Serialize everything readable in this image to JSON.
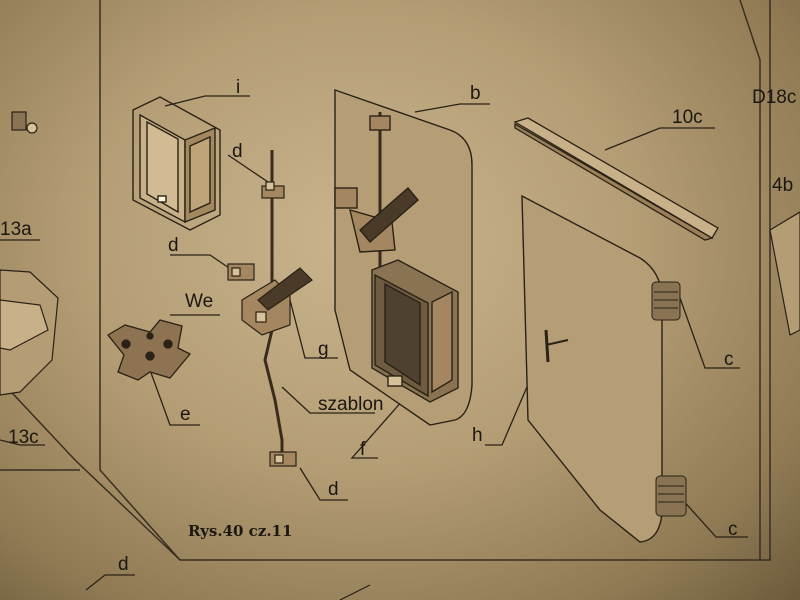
{
  "labels": {
    "i": "i",
    "b": "b",
    "10c": "10c",
    "D18c": "D18c",
    "d_top": "d",
    "d_mid": "d",
    "d_bottom": "d",
    "d_corner": "d",
    "4b": "4b",
    "13a": "13a",
    "We": "We",
    "g": "g",
    "c_top": "c",
    "c_bottom": "c",
    "szablon": "szablon",
    "e": "e",
    "h": "h",
    "f": "f",
    "13c": "13c"
  },
  "caption": "Rys.40 cz.11",
  "colors": {
    "paper": "#c2ac85",
    "line": "#2a2216",
    "tan_part": "#a0825a",
    "dark_part": "#4a3a28"
  }
}
